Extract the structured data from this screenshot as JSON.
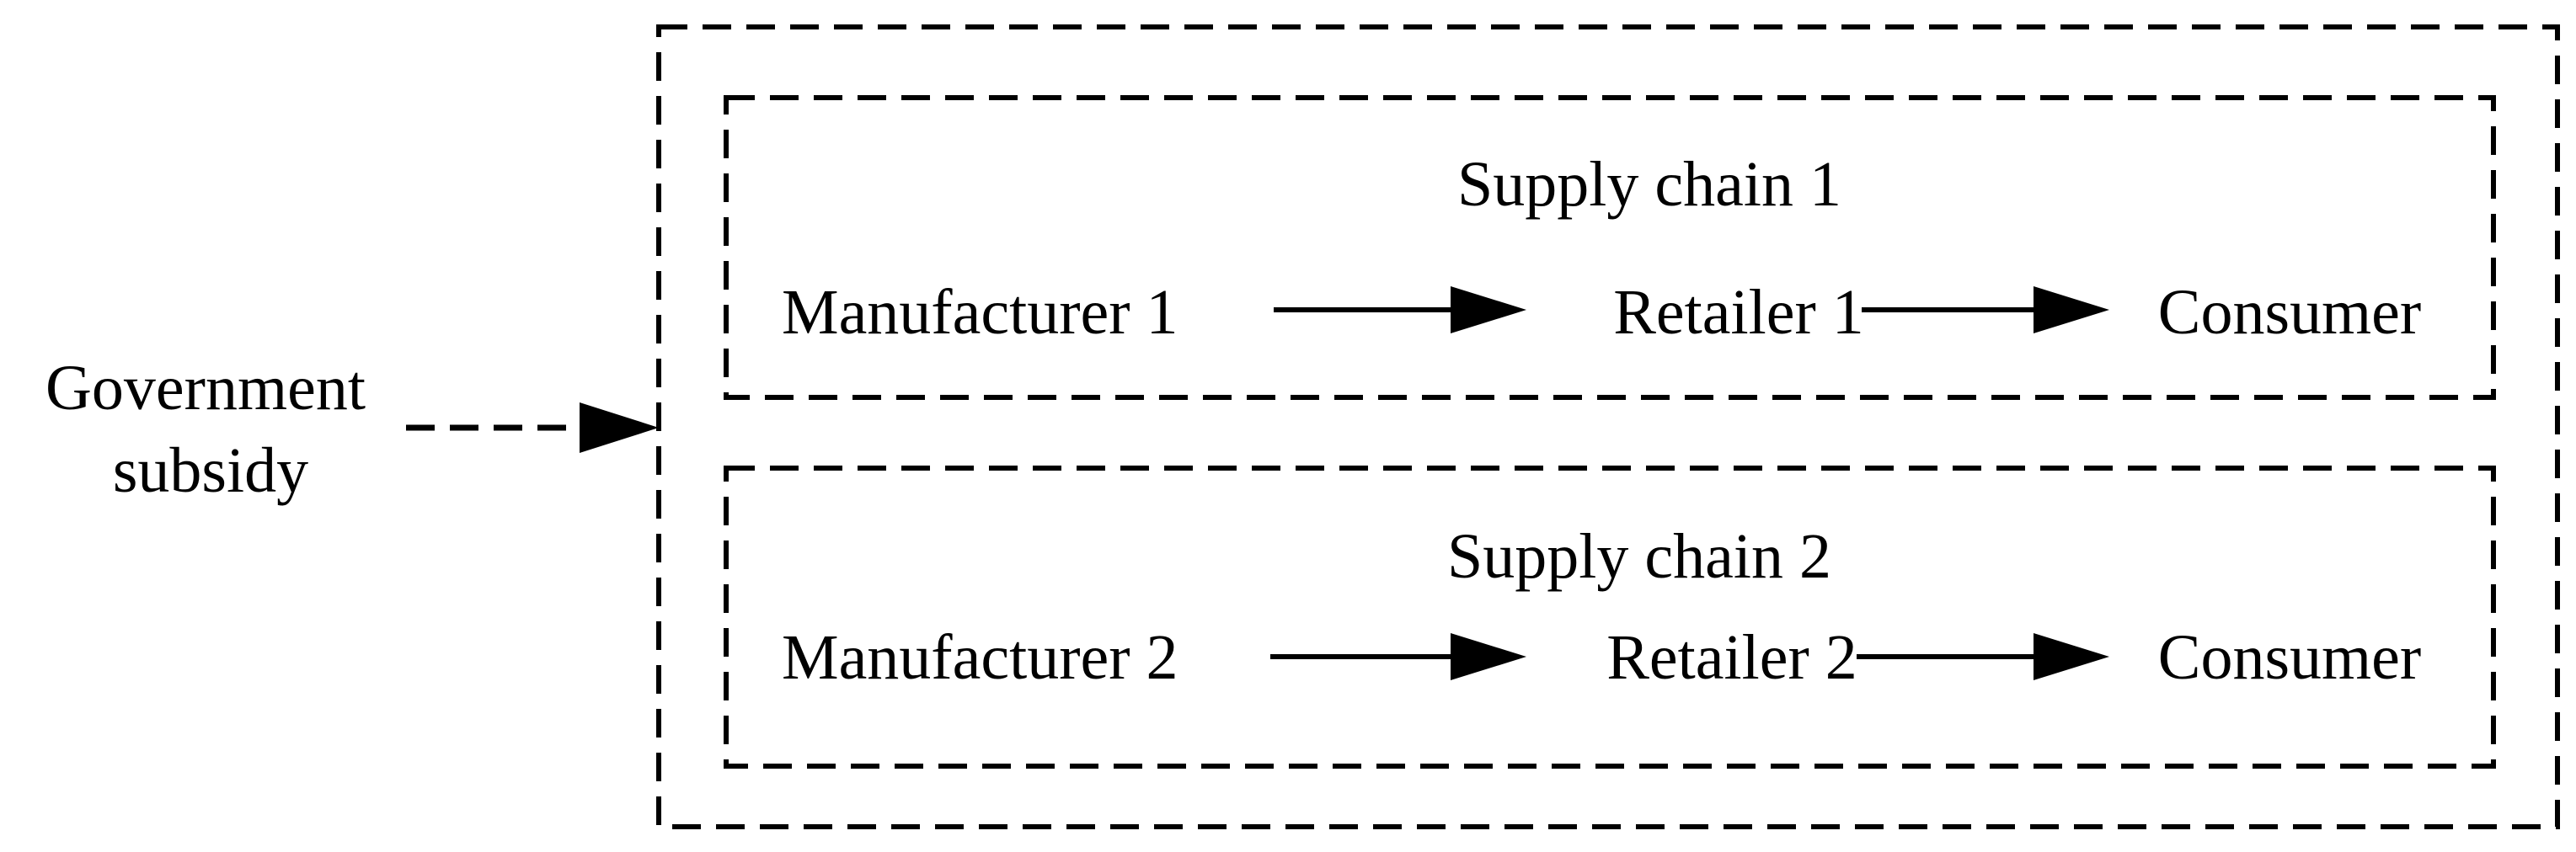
{
  "source": {
    "label_line1": "Government",
    "label_line2": "subsidy"
  },
  "chains": [
    {
      "title": "Supply chain 1",
      "manufacturer": "Manufacturer 1",
      "retailer": "Retailer 1",
      "consumer": "Consumer"
    },
    {
      "title": "Supply chain 2",
      "manufacturer": "Manufacturer 2",
      "retailer": "Retailer 2",
      "consumer": "Consumer"
    }
  ],
  "colors": {
    "line": "#000000",
    "background": "#ffffff"
  }
}
